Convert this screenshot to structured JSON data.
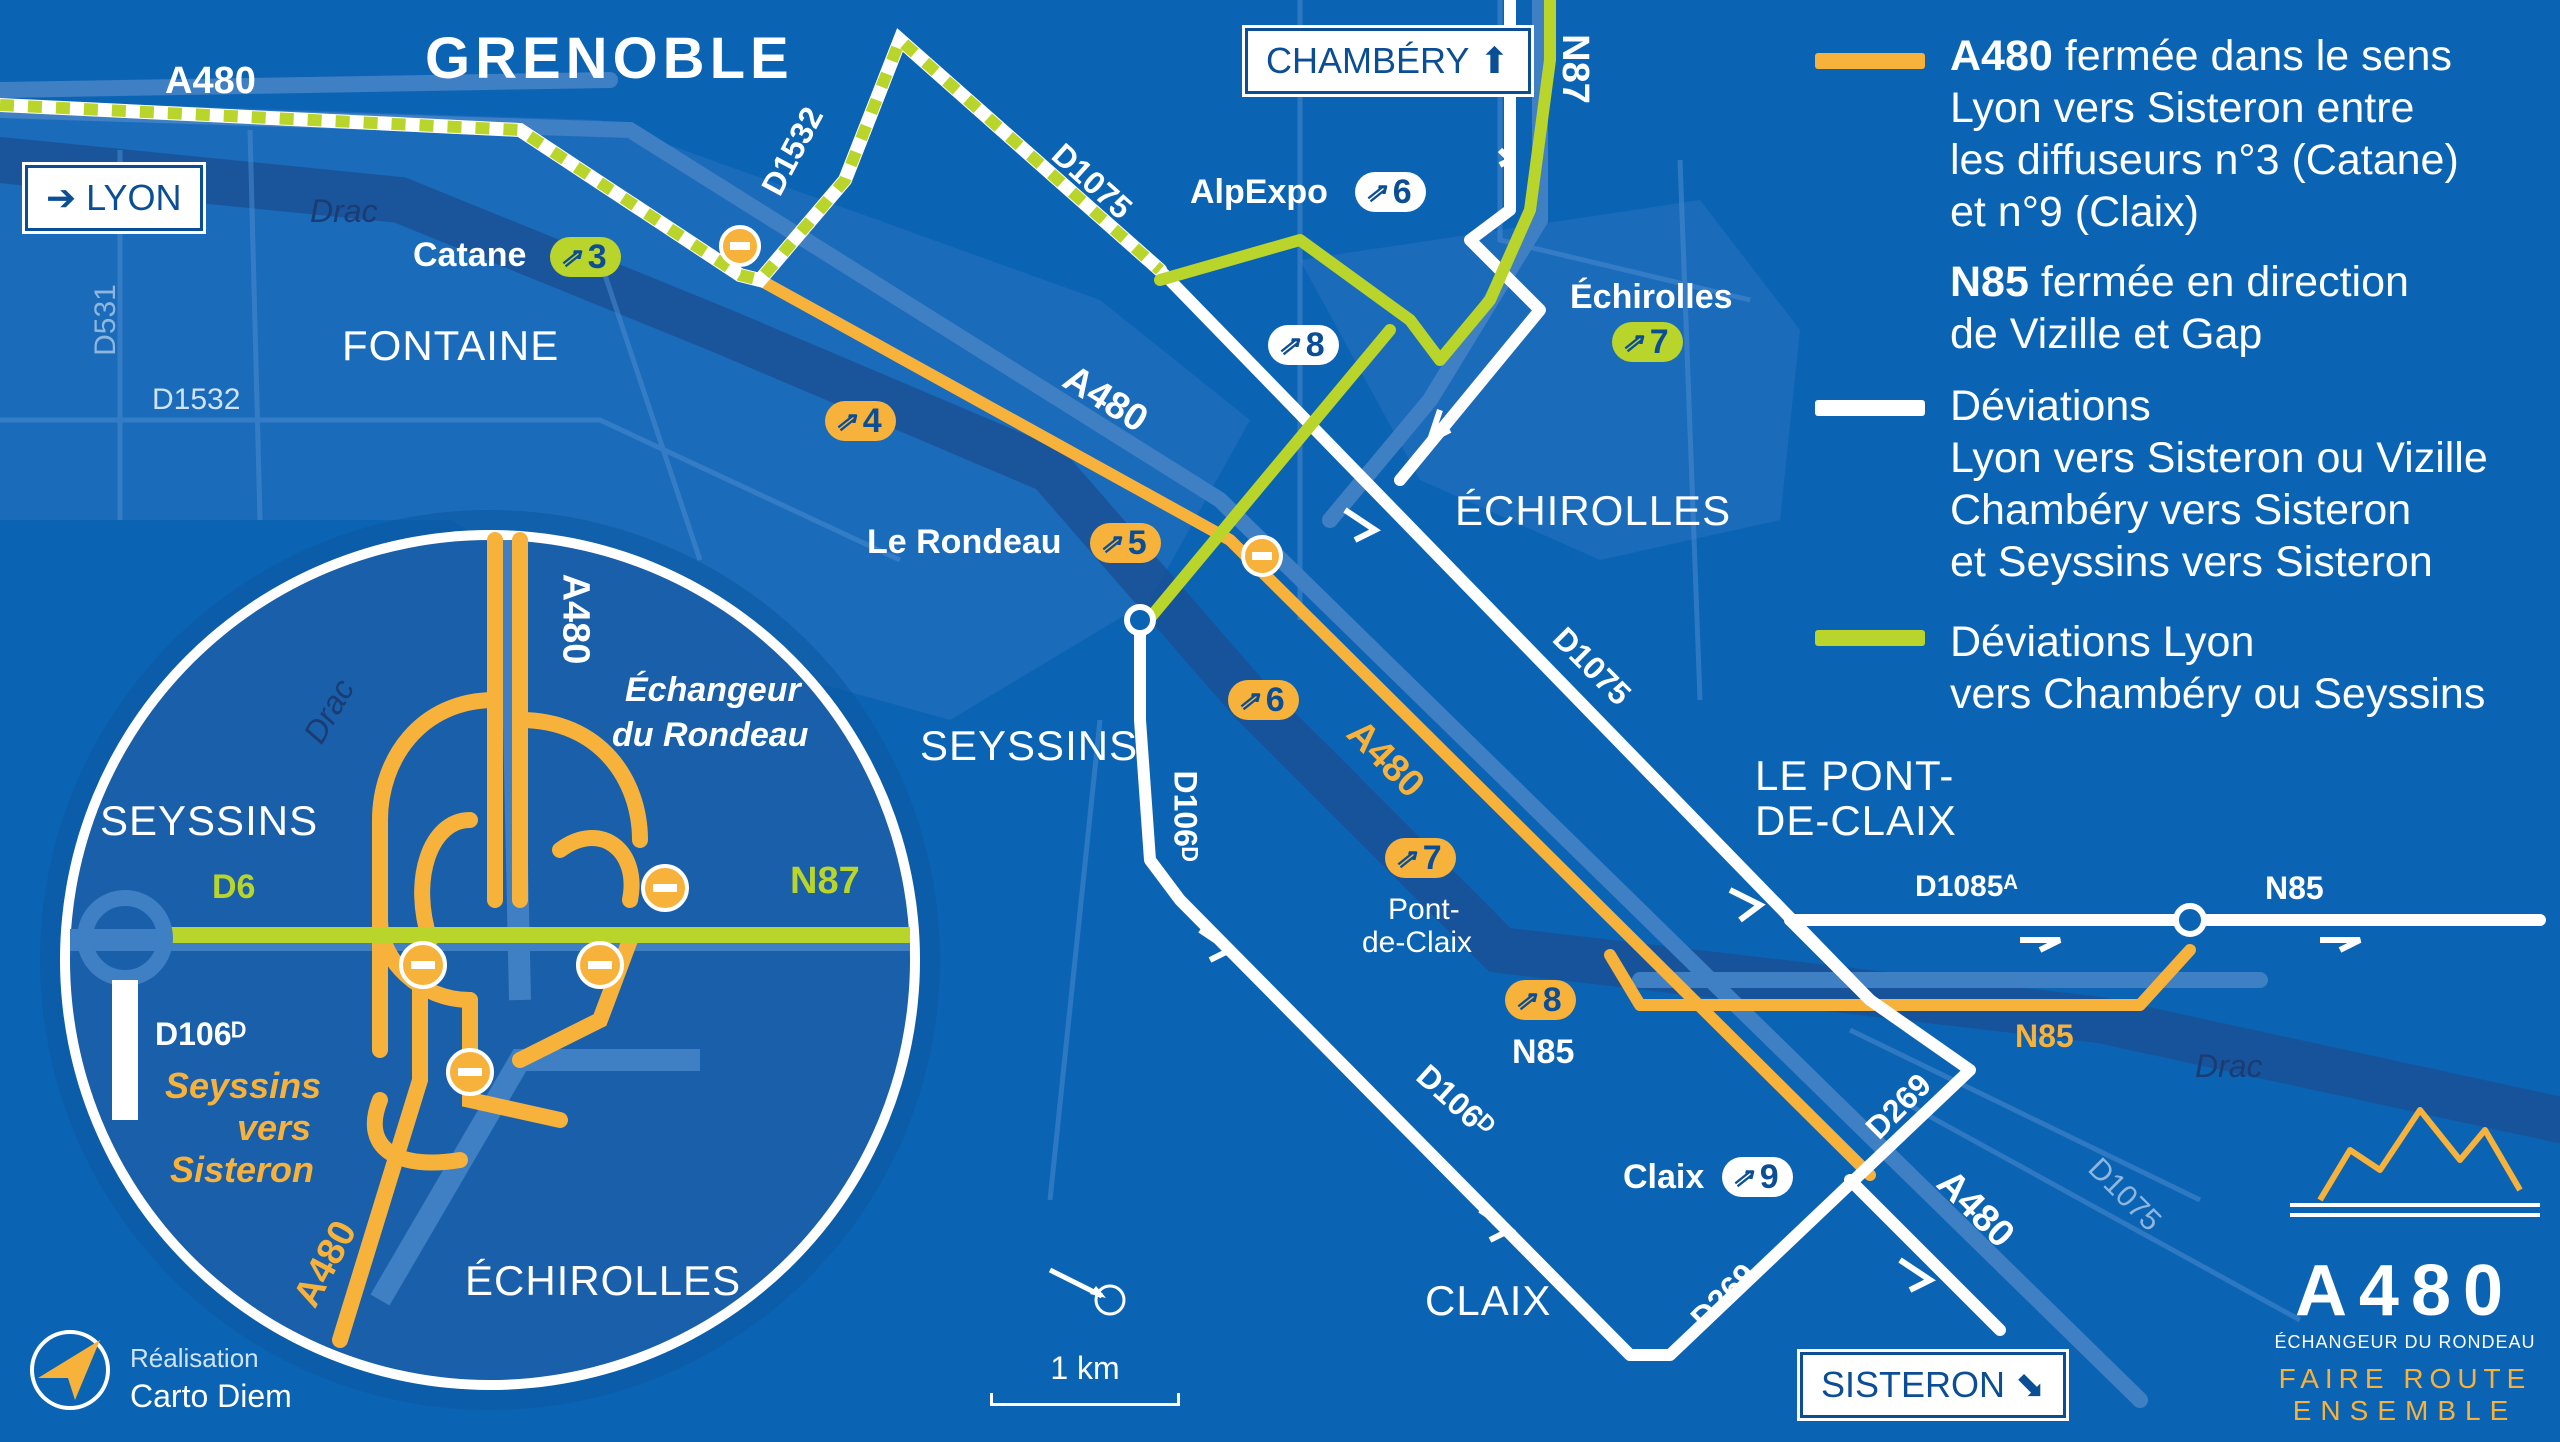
{
  "title": "GRENOBLE",
  "colors": {
    "background": "#0b63b3",
    "closed_orange": "#f7b23c",
    "detour_white": "#ffffff",
    "detour_green": "#b9d42a",
    "road_base": "#3f7fc3",
    "river": "#1b3c73"
  },
  "signs": {
    "lyon": "LYON",
    "chambery": "CHAMBÉRY",
    "sisteron": "SISTERON"
  },
  "cities": {
    "fontaine": "FONTAINE",
    "seyssins": "SEYSSINS",
    "echirolles": "ÉCHIROLLES",
    "le_pont_de_claix_1": "LE PONT-",
    "le_pont_de_claix_2": "DE-CLAIX",
    "claix": "CLAIX"
  },
  "places": {
    "catane": "Catane",
    "alpexpo": "AlpExpo",
    "echirolles": "Échirolles",
    "le_rondeau": "Le Rondeau",
    "pont_de_claix_1": "Pont-",
    "pont_de_claix_2": "de-Claix",
    "n85": "N85",
    "claix": "Claix"
  },
  "exits": {
    "e3": "3",
    "e4": "4",
    "e5": "5",
    "e6_alpexpo": "6",
    "e6": "6",
    "e7_echirolles": "7",
    "e7": "7",
    "e8_n87": "8",
    "e8": "8",
    "e9": "9"
  },
  "roads": {
    "a480_top": "A480",
    "a480_mid": "A480",
    "a480_south": "A480",
    "a480_bottom": "A480",
    "n87": "N87",
    "d1532_top": "D1532",
    "d1532_left": "D1532",
    "d531": "D531",
    "d1075_top": "D1075",
    "d1075_mid": "D1075",
    "d1075_bottom": "D1075",
    "d106d_top": "D106ᴰ",
    "d106d_bottom": "D106ᴰ",
    "d1085a": "D1085ᴬ",
    "n85_east": "N85",
    "n85_orange": "N85",
    "d269_top": "D269",
    "d269_bottom": "D269"
  },
  "rivers": {
    "drac_top": "Drac",
    "drac_bottom": "Drac"
  },
  "inset": {
    "title_1": "Échangeur",
    "title_2": "du Rondeau",
    "seyssins": "SEYSSINS",
    "echirolles": "ÉCHIROLLES",
    "d6": "D6",
    "n87": "N87",
    "a480_top": "A480",
    "a480_bottom": "A480",
    "drac": "Drac",
    "d106d": "D106ᴰ",
    "route_1": "Seyssins",
    "route_2": "vers",
    "route_3": "Sisteron"
  },
  "legend": [
    {
      "color": "#f7b23c",
      "bold": "A480",
      "lines": [
        "fermée dans le sens",
        "Lyon vers Sisteron entre",
        "les diffuseurs n°3 (Catane)",
        "et n°9 (Claix)"
      ]
    },
    {
      "color": "",
      "bold": "N85",
      "lines": [
        "fermée en direction",
        "de Vizille et Gap"
      ]
    },
    {
      "color": "#ffffff",
      "bold": "",
      "lines": [
        "Déviations",
        "Lyon vers Sisteron ou Vizille",
        "Chambéry vers Sisteron",
        "et Seyssins vers Sisteron"
      ]
    },
    {
      "color": "#b9d42a",
      "bold": "",
      "lines": [
        "Déviations Lyon",
        "vers Chambéry ou Seyssins"
      ]
    }
  ],
  "scale": {
    "label": "1 km"
  },
  "credit": {
    "line1": "Réalisation",
    "line2": "Carto Diem"
  },
  "brand": {
    "name": "A480",
    "subtitle": "ÉCHANGEUR DU RONDEAU",
    "slogan_1": "FAIRE ROUTE",
    "slogan_2": "ENSEMBLE"
  }
}
